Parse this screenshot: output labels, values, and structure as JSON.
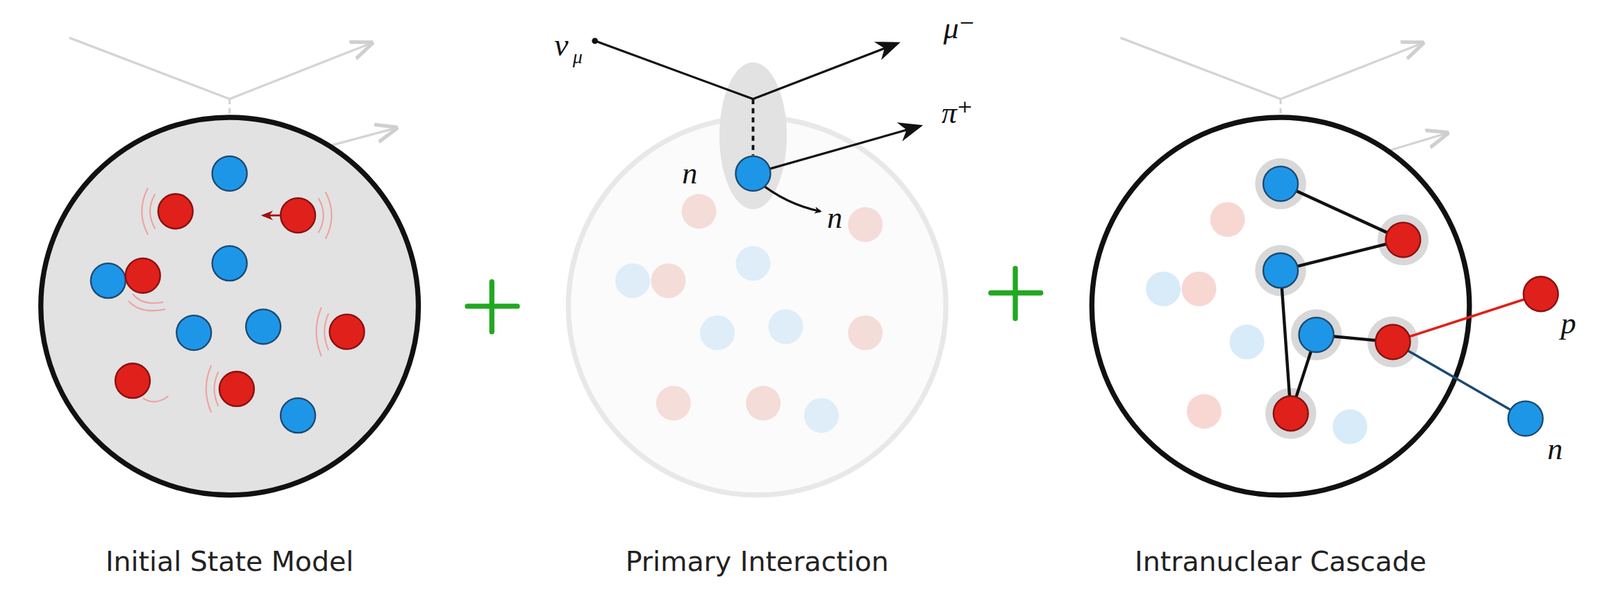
{
  "diagram": {
    "nodes": [
      {
        "text": [
          "Initial State Model"
        ]
      },
      {
        "text": [
          "Primary Interaction"
        ]
      },
      {
        "text": [
          "Intranuclear Cascade"
        ]
      }
    ],
    "labels": [
      "ν",
      "μ",
      "μ⁻",
      "π⁺",
      "n",
      "n",
      "p",
      "n"
    ]
  }
}
